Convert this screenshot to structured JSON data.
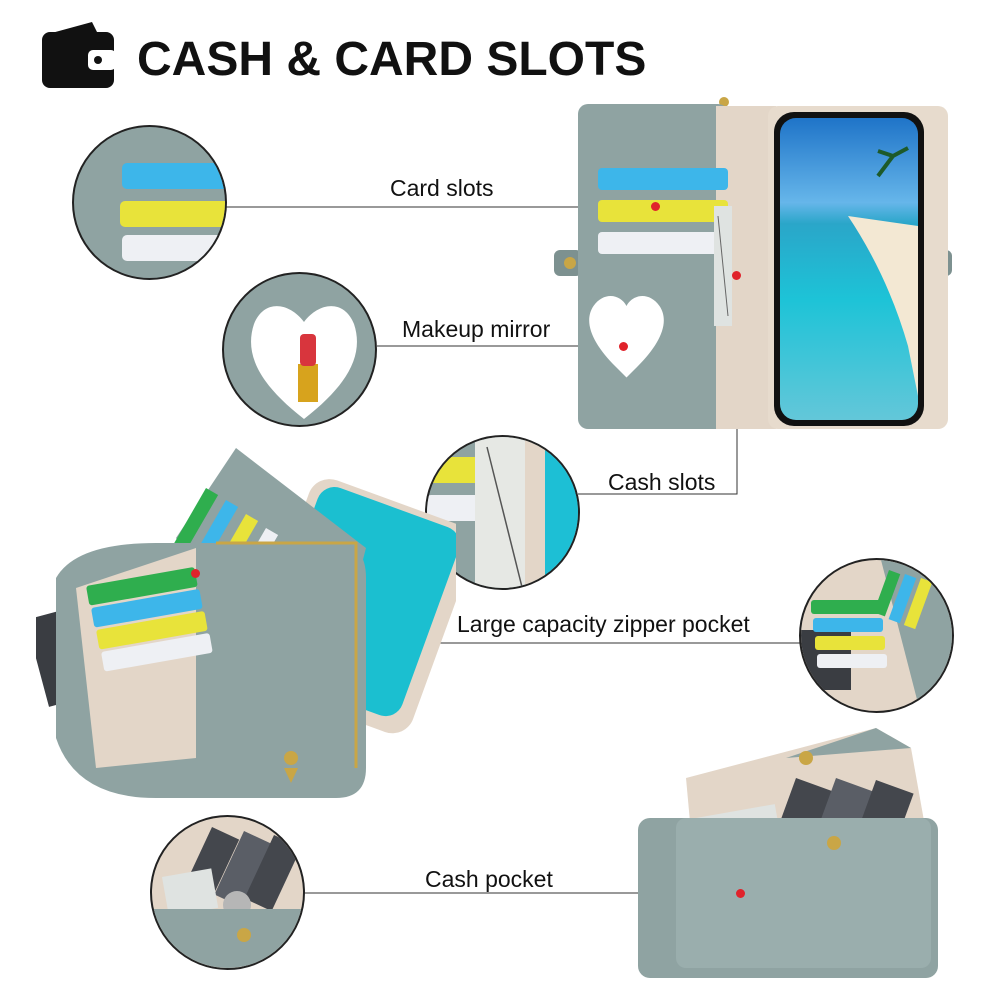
{
  "header": {
    "title": "CASH & CARD SLOTS",
    "icon": "wallet-icon"
  },
  "callouts": {
    "card_slots": "Card slots",
    "makeup_mirror": "Makeup mirror",
    "cash_slots": "Cash slots",
    "zipper_pocket": "Large capacity zipper pocket",
    "cash_pocket": "Cash pocket"
  },
  "colors": {
    "leather": "#8fa3a2",
    "leather_dark": "#7d9190",
    "lining": "#e3d6c8",
    "card_blue": "#3db6ea",
    "card_yellow": "#e8e33a",
    "card_green": "#2fae4e",
    "card_white": "#eef0f4",
    "marker": "#e0232b",
    "line": "#333333"
  }
}
